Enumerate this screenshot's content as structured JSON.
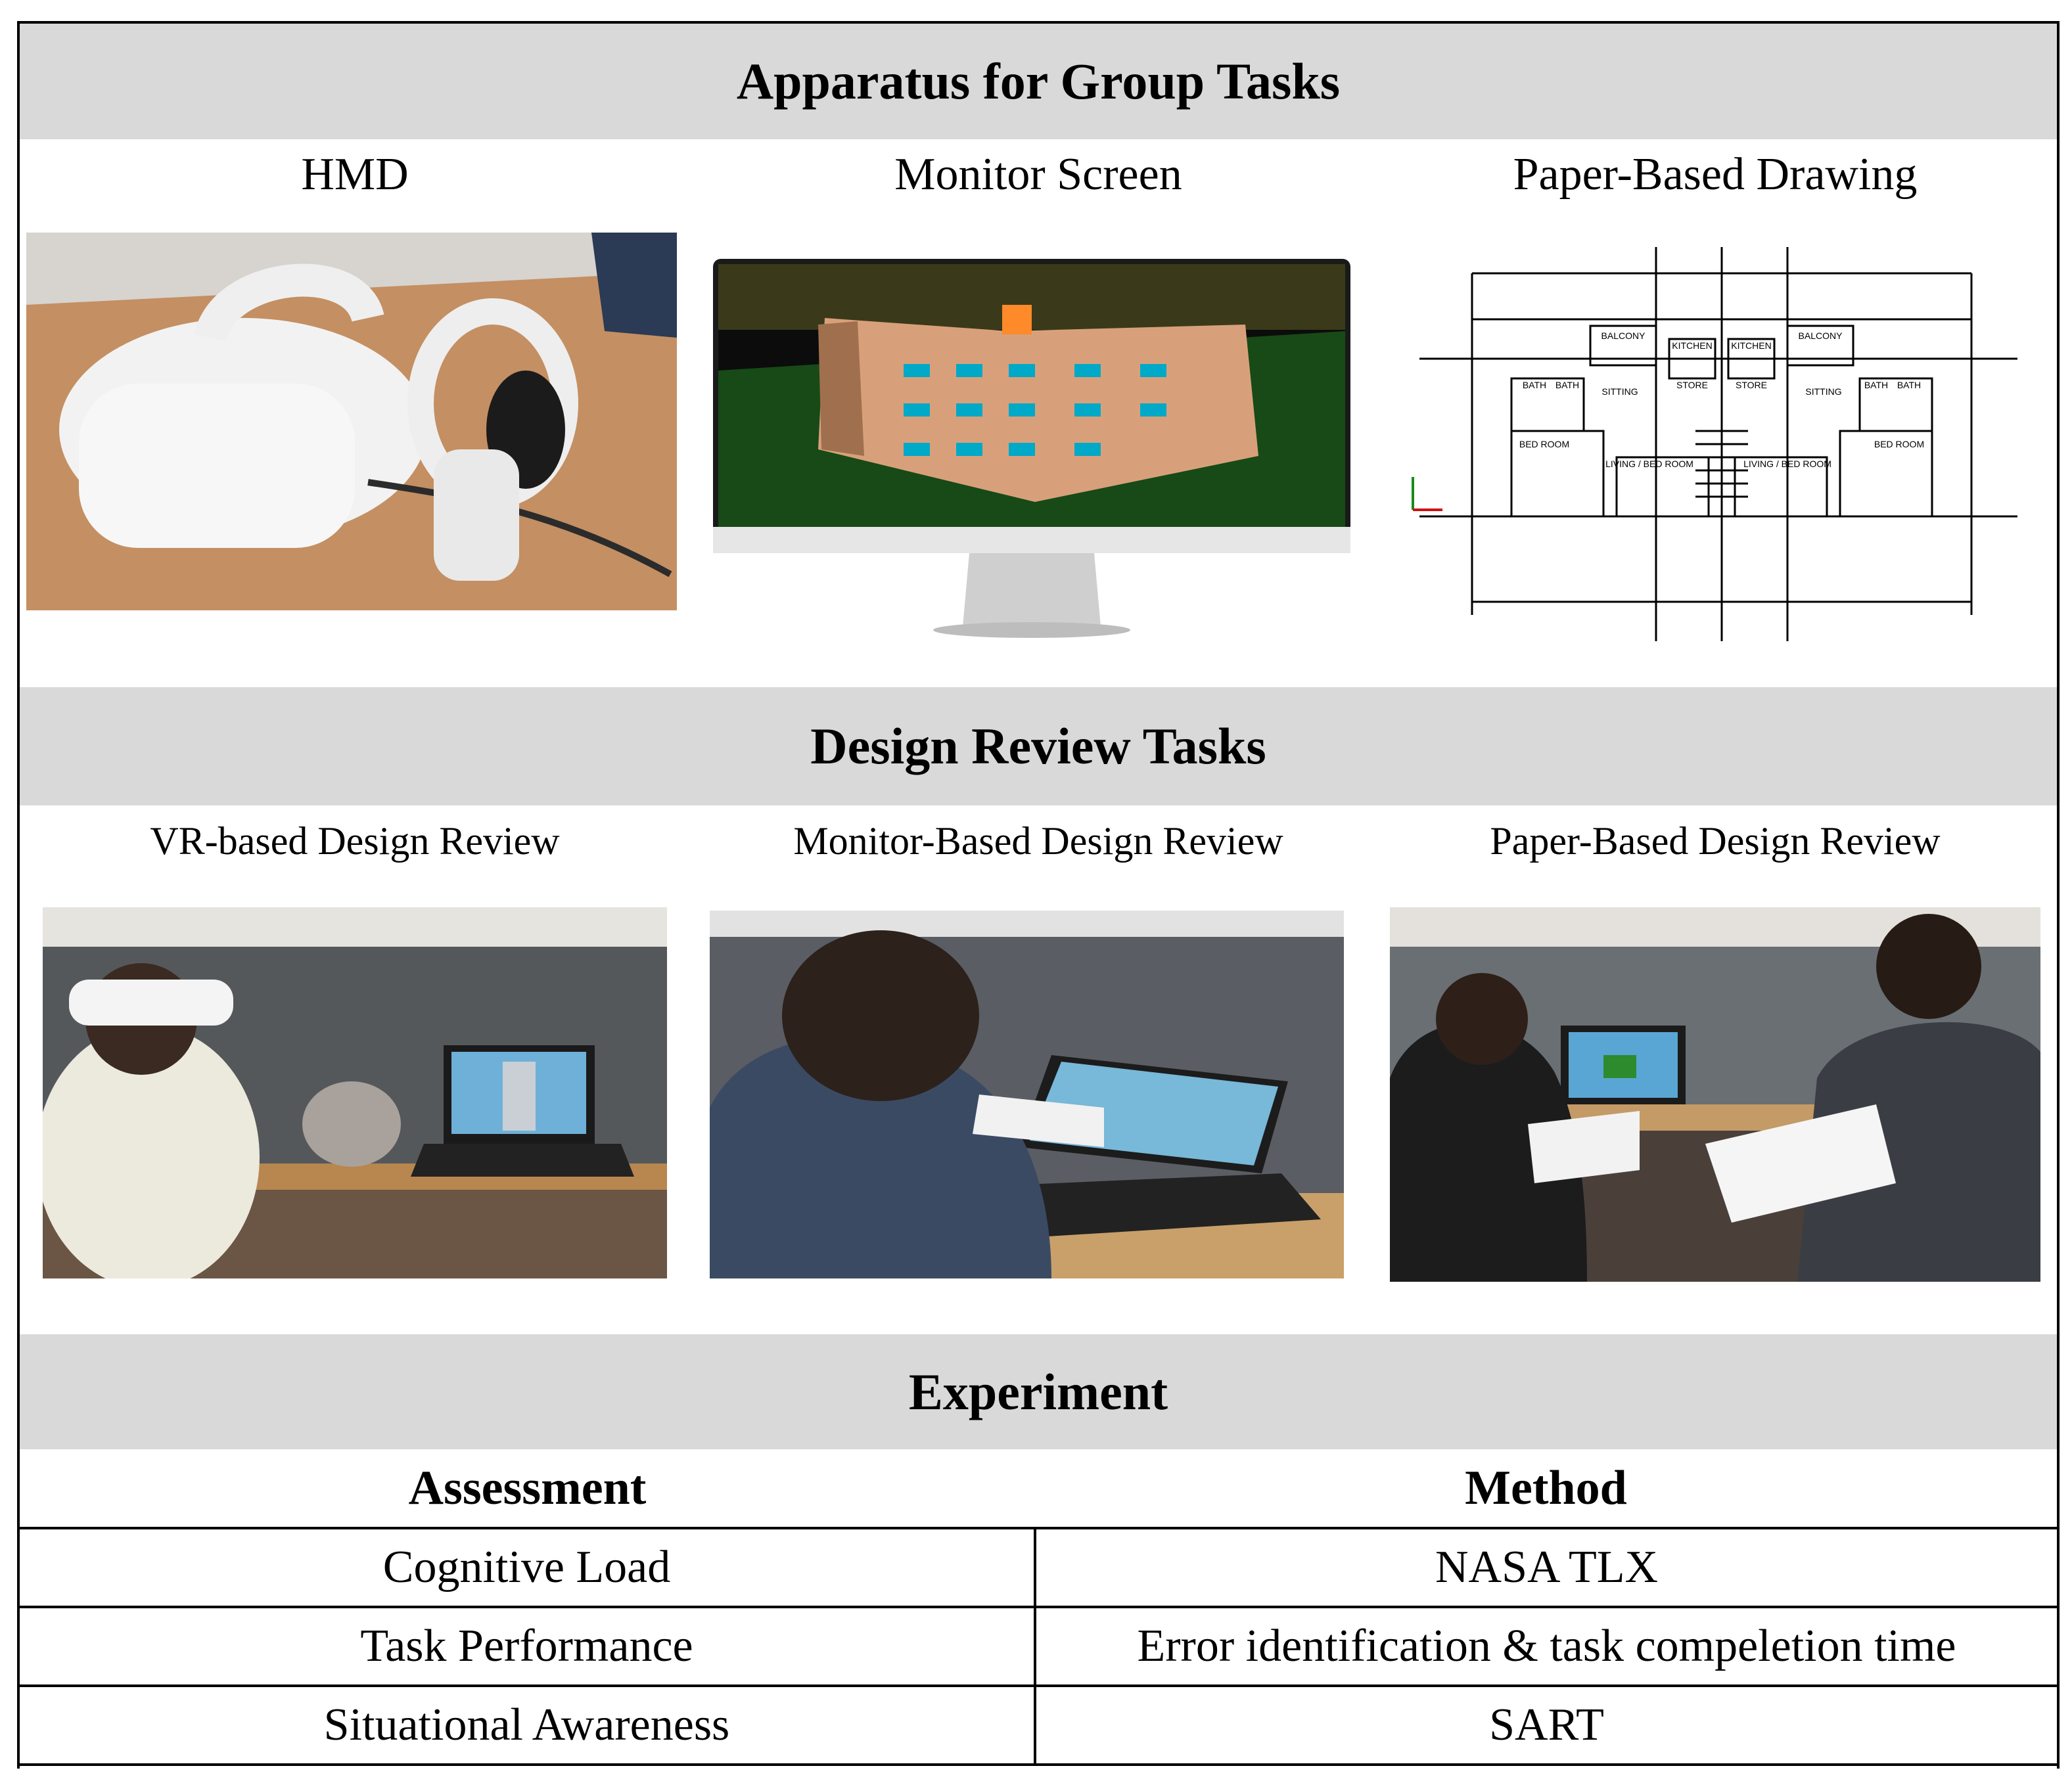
{
  "sections": {
    "apparatus": {
      "title": "Apparatus for Group Tasks",
      "columns": [
        {
          "label": "HMD",
          "image_icon": "vr-headset-photo"
        },
        {
          "label": "Monitor Screen",
          "image_icon": "monitor-building-render"
        },
        {
          "label": "Paper-Based Drawing",
          "image_icon": "floor-plan-drawing"
        }
      ]
    },
    "design_review": {
      "title": "Design Review Tasks",
      "columns": [
        {
          "label": "VR-based Design Review",
          "image_icon": "vr-review-photo"
        },
        {
          "label": "Monitor-Based Design Review",
          "image_icon": "monitor-review-photo"
        },
        {
          "label": "Paper-Based Design Review",
          "image_icon": "paper-review-photo"
        }
      ]
    },
    "experiment": {
      "title": "Experiment",
      "headers": {
        "assessment": "Assessment",
        "method": "Method"
      },
      "rows": [
        {
          "assessment": "Cognitive Load",
          "method": "NASA TLX"
        },
        {
          "assessment": "Task Performance",
          "method": "Error identification & task compeletion time"
        },
        {
          "assessment": "Situational Awareness",
          "method": "SART"
        }
      ]
    }
  },
  "floor_plan_labels": {
    "balcony": "BALCONY",
    "kitchen": "KITCHEN",
    "bath": "BATH",
    "sitting": "SITTING",
    "store": "STORE",
    "bed_room": "BED ROOM",
    "living_bed_room": "LIVING / BED ROOM"
  },
  "colors": {
    "band_gray": "#d9d9d9",
    "border": "#000000"
  }
}
